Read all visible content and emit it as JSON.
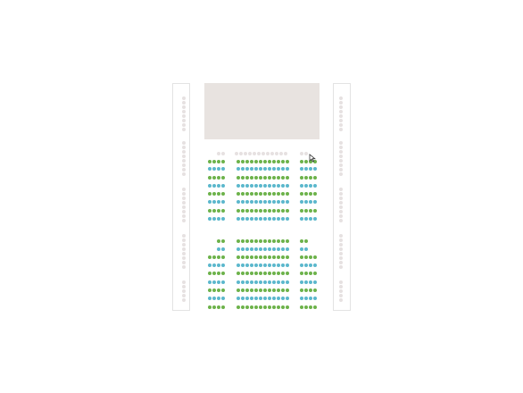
{
  "colors": {
    "background": "#ffffff",
    "stage": "#e8e3e0",
    "panel_border": "#e3e3e3",
    "green": "#6cb24a",
    "blue": "#5bb7cc",
    "unavailable": "#e6e1e1"
  },
  "legend_status": [
    "green",
    "blue",
    "unavailable"
  ],
  "icons": {
    "stage": "stage-block",
    "cursor": "pointer-cursor-icon"
  }
}
